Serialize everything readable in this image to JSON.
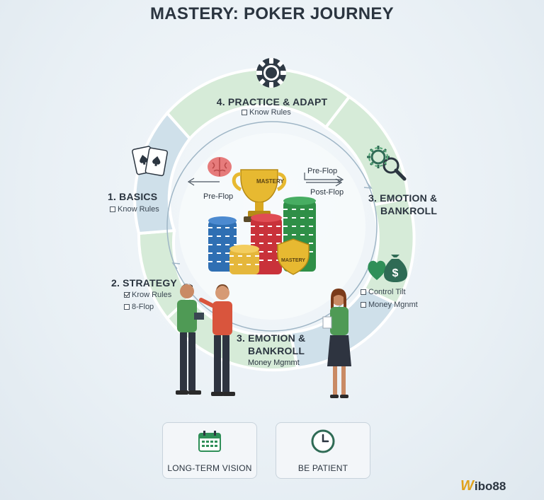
{
  "title": "MASTERY: POKER JOURNEY",
  "stages": {
    "practice": {
      "title": "4. PRACTICE & ADAPT",
      "items": [
        {
          "label": "Know Rules",
          "checked": false
        }
      ]
    },
    "emotion_right": {
      "title_line1": "3. EMOTION &",
      "title_line2": "BANKROLL"
    },
    "basics": {
      "title": "1. BASICS",
      "items": [
        {
          "label": "Know Rules",
          "checked": false
        }
      ]
    },
    "strategy": {
      "title": "2. STRATEGY",
      "items": [
        {
          "label": "Krow Rules",
          "checked": true
        },
        {
          "label": "8-Flop",
          "checked": false
        }
      ]
    },
    "emotion_bottom": {
      "title_line1": "3. EMOTION &",
      "title_line2": "BANKROLL",
      "sub": "Money Mgmmt"
    },
    "right_checklist": [
      {
        "label": "Control Tilt",
        "checked": false
      },
      {
        "label": "Money Mgnmt",
        "checked": false
      }
    ]
  },
  "center": {
    "trophy_label": "MASTERY",
    "shield_label": "MASTERY",
    "arrow_left_label": "Pre-Flop",
    "arrow_right_top_label": "Pre-Flop",
    "arrow_right_bottom_label": "Post-Flop"
  },
  "cards": [
    {
      "label": "LONG-TERM VISION",
      "icon": "calendar-icon"
    },
    {
      "label": "BE PATIENT",
      "icon": "clock-icon"
    }
  ],
  "brand": {
    "mark": "W",
    "text": "ibo88"
  },
  "colors": {
    "ring_green": "#d5ead6",
    "ring_blue": "#cfe0ea",
    "chip_blue": "#2f6fb3",
    "chip_red": "#c9323a",
    "chip_green": "#2f8f47",
    "chip_gold": "#e5b73b",
    "brand_gold": "#e0a21b"
  }
}
